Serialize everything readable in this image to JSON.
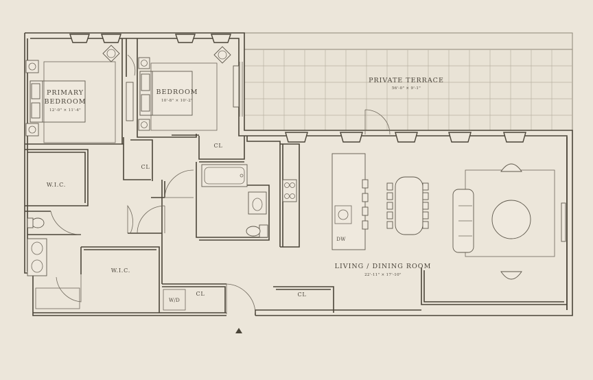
{
  "rooms": {
    "primary_bedroom": {
      "name_line1": "PRIMARY",
      "name_line2": "BEDROOM",
      "dimensions": "12'-0\" × 11'-4\""
    },
    "bedroom": {
      "name": "BEDROOM",
      "dimensions": "10'-8\" × 10'-2\""
    },
    "private_terrace": {
      "name": "PRIVATE TERRACE",
      "dimensions": "56'-0\" × 9'-1\""
    },
    "living_dining": {
      "name": "LIVING / DINING ROOM",
      "dimensions": "22'-11\" × 17'-10\""
    }
  },
  "labels": {
    "wic_upper": "W.I.C.",
    "wic_lower": "W.I.C.",
    "cl_bedroom": "CL",
    "cl_bath": "CL",
    "cl_entry": "CL",
    "cl_living": "CL",
    "wd": "W/D",
    "dw": "DW"
  },
  "colors": {
    "background": "#ece6da",
    "line": "#4a4438",
    "text": "#4a443a"
  }
}
